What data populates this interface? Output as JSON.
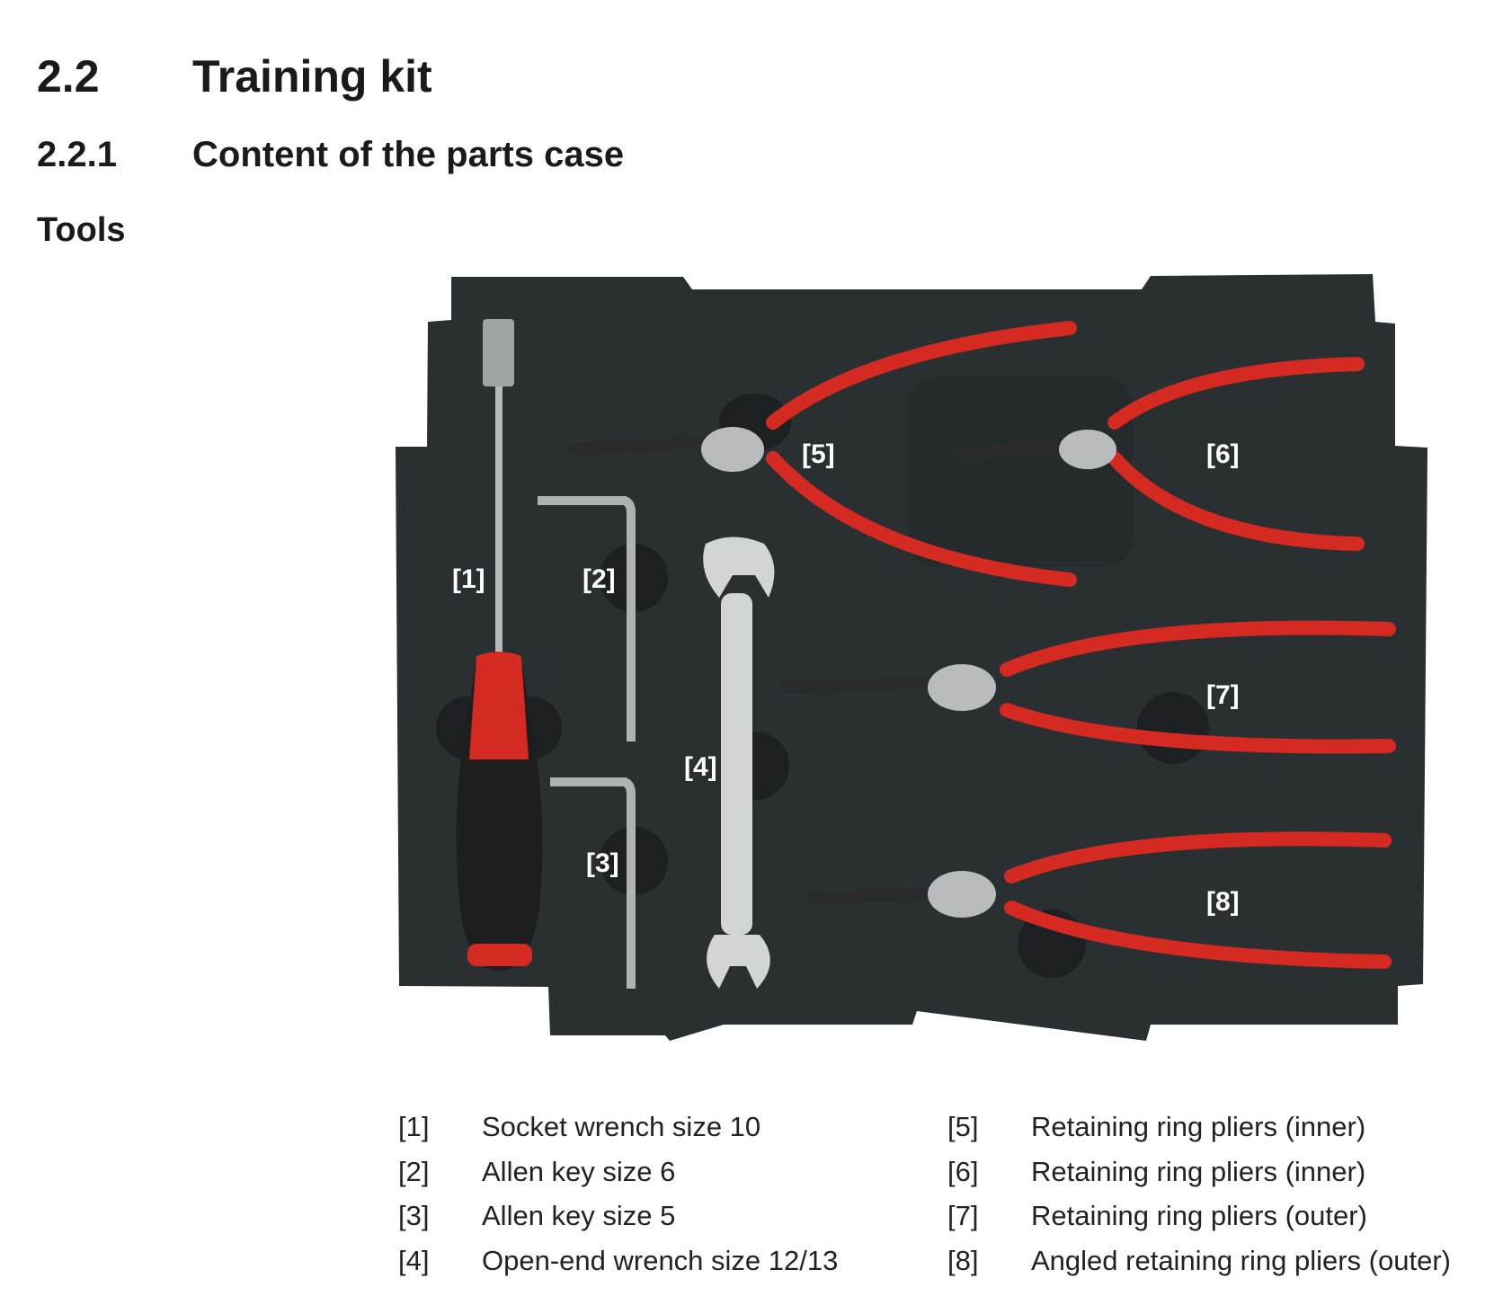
{
  "section": {
    "number": "2.2",
    "title": "Training kit"
  },
  "subsection": {
    "number": "2.2.1",
    "title": "Content of the parts case"
  },
  "heading": "Tools",
  "figure": {
    "callouts": [
      "[1]",
      "[2]",
      "[3]",
      "[4]",
      "[5]",
      "[6]",
      "[7]",
      "[8]"
    ],
    "colors": {
      "foam": "#2a2f31",
      "handle_red": "#d42a22",
      "steel": "#c9ccce"
    }
  },
  "legend": [
    {
      "ref": "[1]",
      "text": "Socket wrench size 10"
    },
    {
      "ref": "[2]",
      "text": "Allen key size 6"
    },
    {
      "ref": "[3]",
      "text": "Allen key size 5"
    },
    {
      "ref": "[4]",
      "text": "Open-end wrench size 12/13"
    },
    {
      "ref": "[5]",
      "text": "Retaining ring pliers (inner)"
    },
    {
      "ref": "[6]",
      "text": "Retaining ring pliers (inner)"
    },
    {
      "ref": "[7]",
      "text": "Retaining ring pliers (outer)"
    },
    {
      "ref": "[8]",
      "text": "Angled retaining ring pliers (outer)"
    }
  ]
}
